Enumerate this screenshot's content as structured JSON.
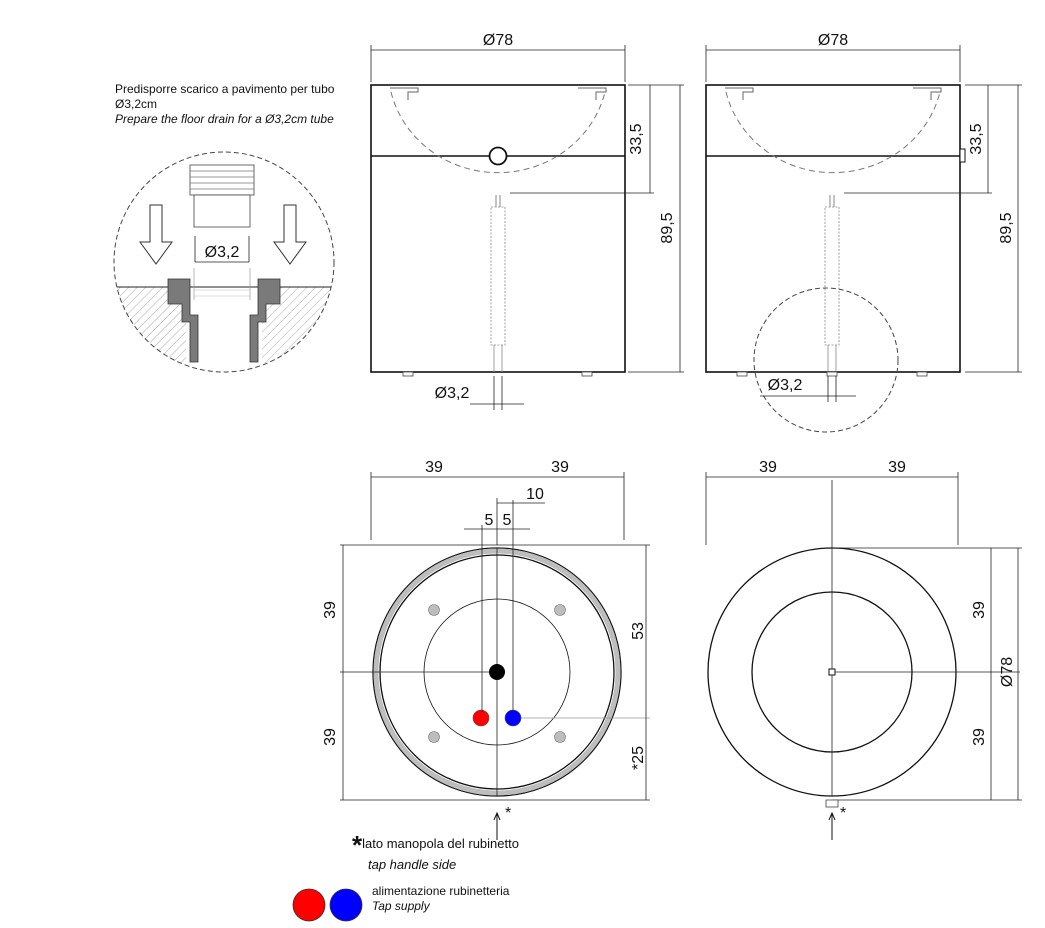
{
  "notes": {
    "floor_drain_it": "Predisporre scarico a pavimento per tubo Ø3,2cm",
    "floor_drain_en": "Prepare the floor drain for a Ø3,2cm tube",
    "tap_side_it": "lato manopola del rubinetto",
    "tap_side_en": "tap handle side",
    "supply_it": "alimentazione rubinetteria",
    "supply_en": "Tap supply",
    "asterisk": "*"
  },
  "dimensions": {
    "diameter_78": "Ø78",
    "height_33_5": "33,5",
    "height_89_5": "89,5",
    "pipe_3_2": "Ø3,2",
    "half_39": "39",
    "offset_10": "10",
    "offset_5": "5",
    "depth_53": "53",
    "depth_25": "*25",
    "star": "*"
  },
  "colors": {
    "hot": "#ff0000",
    "cold": "#0000ff",
    "rim": "#bdbdbd"
  }
}
